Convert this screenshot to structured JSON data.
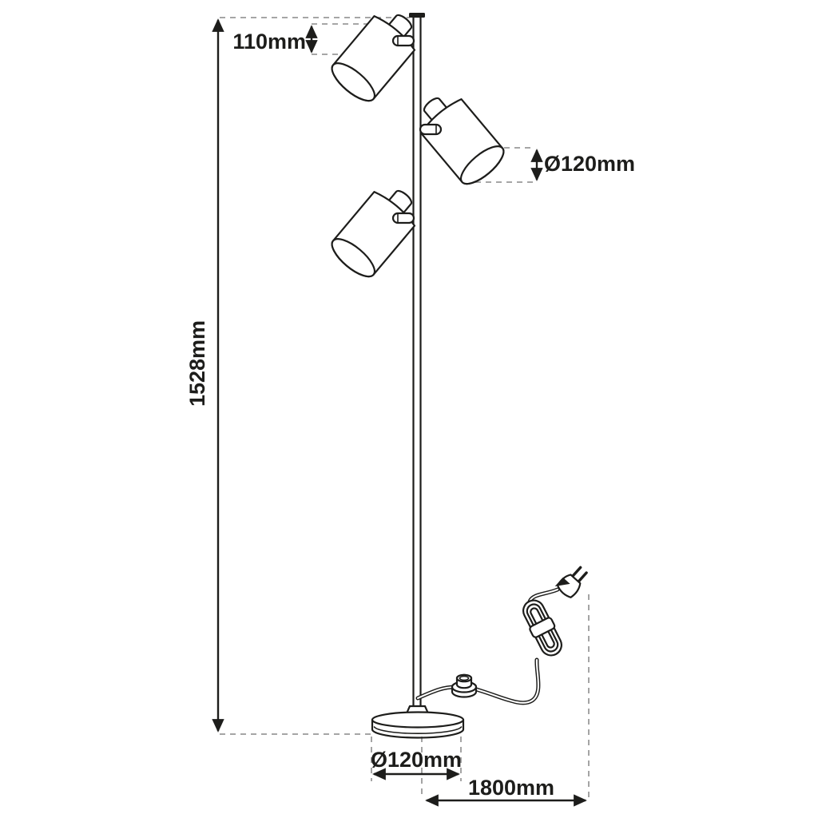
{
  "colors": {
    "line": "#1d1d1b",
    "dash": "#9a9a9a",
    "bg": "#ffffff"
  },
  "diagram": {
    "kind": "floor-lamp dimension drawing",
    "labels": {
      "head_height": "110mm",
      "shade_diameter": "Ø120mm",
      "total_height": "1528mm",
      "base_diameter": "Ø120mm",
      "cable_length": "1800mm"
    }
  }
}
